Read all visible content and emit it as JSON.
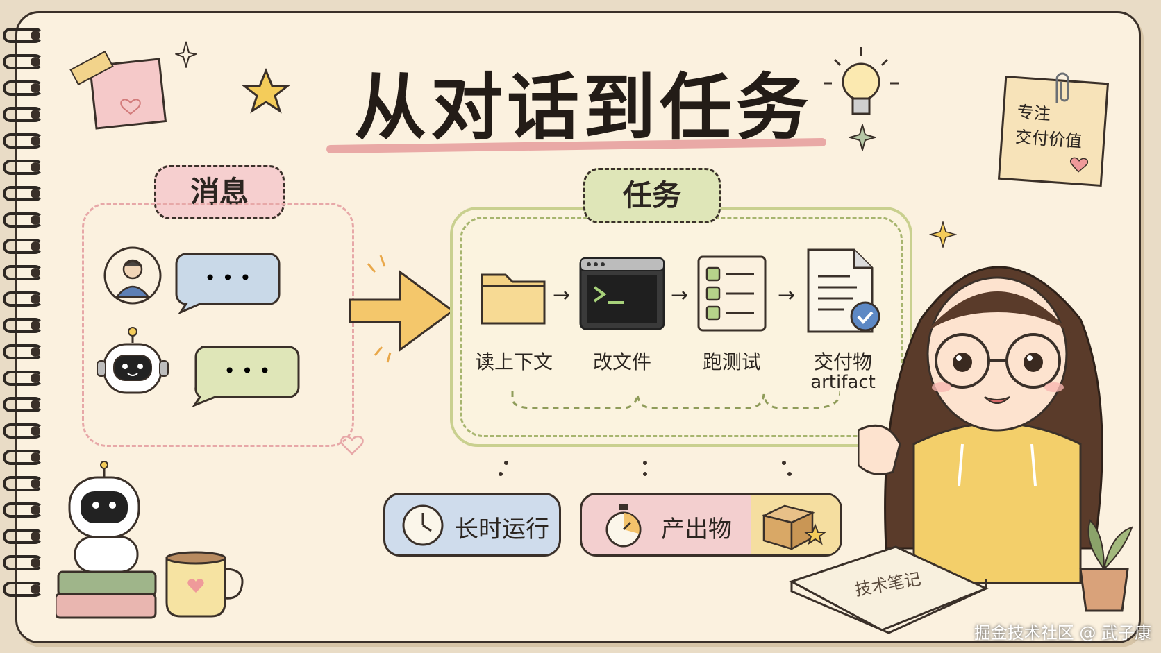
{
  "title": "从对话到任务",
  "message_section": {
    "label": "消息",
    "bubble1_text": "• • •",
    "bubble2_text": "• • •"
  },
  "task_section": {
    "label": "任务",
    "steps": [
      {
        "label": "读上下文",
        "icon": "folder-icon"
      },
      {
        "label": "改文件",
        "icon": "terminal-icon"
      },
      {
        "label": "跑测试",
        "icon": "checklist-icon"
      },
      {
        "label": "交付物",
        "sublabel": "artifact",
        "icon": "document-check-icon"
      }
    ],
    "step_arrow": "→"
  },
  "bottom": {
    "long_running": "长时运行",
    "outputs": "产出物"
  },
  "sticky_note": {
    "line1": "专注",
    "line2": "交付价值"
  },
  "notebook_label": "技术笔记",
  "watermark": "掘金技术社区 @ 武子康",
  "colors": {
    "paper": "#fbf1df",
    "message_pill": "#f6cfcf",
    "task_pill": "#dfe6b8",
    "arrow": "#f4c76b",
    "user_bubble": "#c9d9e8",
    "bot_bubble": "#dfe6b8"
  }
}
